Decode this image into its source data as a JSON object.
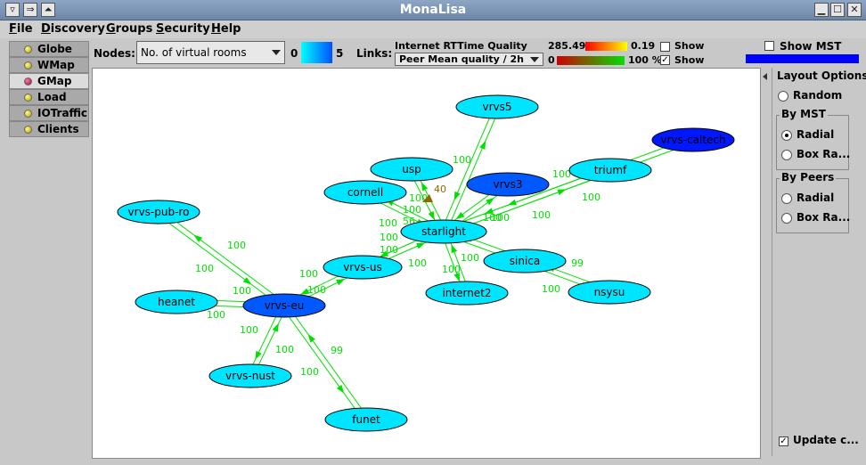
{
  "window": {
    "title": "MonaLisa"
  },
  "menu": [
    "File",
    "Discovery",
    "Groups",
    "Security",
    "Help"
  ],
  "tabs": [
    {
      "label": "Globe",
      "active": false,
      "dot": "yellow"
    },
    {
      "label": "WMap",
      "active": false,
      "dot": "yellow"
    },
    {
      "label": "GMap",
      "active": true,
      "dot": "red"
    },
    {
      "label": "Load",
      "active": false,
      "dot": "yellow"
    },
    {
      "label": "IOTraffic",
      "active": false,
      "dot": "yellow"
    },
    {
      "label": "Clients",
      "active": false,
      "dot": "yellow"
    }
  ],
  "toolbar": {
    "nodes_label": "Nodes:",
    "nodes_value": "No. of virtual rooms",
    "nodes_min": "0",
    "nodes_max": "5",
    "links_label": "Links:",
    "links_title": "Internet RTTime Quality",
    "links_value": "Peer Mean quality / 2h",
    "rtt_max": "285.49",
    "rtt_min": "0.19",
    "quality_min": "0",
    "quality_max": "100 %",
    "show1_label": "Show",
    "show1_checked": false,
    "show2_label": "Show",
    "show2_checked": true,
    "show_mst_label": "Show MST",
    "show_mst_checked": false
  },
  "layout": {
    "title": "Layout Options",
    "random_label": "Random",
    "by_mst_title": "By MST",
    "mst_radial_label": "Radial",
    "mst_box_label": "Box Ra...",
    "by_peers_title": "By Peers",
    "peers_radial_label": "Radial",
    "peers_box_label": "Box Ra...",
    "update_label": "Update c..."
  },
  "colors": {
    "node_light": "#00e5ff",
    "node_dark": "#0059ff",
    "node_deep": "#0018ff",
    "link": "#00e000",
    "link_brown": "#8b6a00",
    "mst_bar": "#0000ff"
  },
  "graph": {
    "nodes": [
      {
        "id": "vrvs5",
        "label": "vrvs5",
        "shade": "light"
      },
      {
        "id": "vrvs-caltech",
        "label": "vrvs-caltech",
        "shade": "deep"
      },
      {
        "id": "usp",
        "label": "usp",
        "shade": "light"
      },
      {
        "id": "triumf",
        "label": "triumf",
        "shade": "light"
      },
      {
        "id": "cornell",
        "label": "cornell",
        "shade": "light"
      },
      {
        "id": "vrvs3",
        "label": "vrvs3",
        "shade": "dark"
      },
      {
        "id": "vrvs-pub-ro",
        "label": "vrvs-pub-ro",
        "shade": "light"
      },
      {
        "id": "starlight",
        "label": "starlight",
        "shade": "light"
      },
      {
        "id": "vrvs-us",
        "label": "vrvs-us",
        "shade": "light"
      },
      {
        "id": "sinica",
        "label": "sinica",
        "shade": "light"
      },
      {
        "id": "internet2",
        "label": "internet2",
        "shade": "light"
      },
      {
        "id": "nsysu",
        "label": "nsysu",
        "shade": "light"
      },
      {
        "id": "heanet",
        "label": "heanet",
        "shade": "light"
      },
      {
        "id": "vrvs-eu",
        "label": "vrvs-eu",
        "shade": "dark"
      },
      {
        "id": "vrvs-nust",
        "label": "vrvs-nust",
        "shade": "light"
      },
      {
        "id": "funet",
        "label": "funet",
        "shade": "light"
      }
    ],
    "links": [
      {
        "from": "vrvs5",
        "to": "starlight",
        "labels": [
          "100"
        ]
      },
      {
        "from": "triumf",
        "to": "starlight",
        "labels": [
          "100",
          "100",
          "100"
        ]
      },
      {
        "from": "vrvs-caltech",
        "to": "starlight",
        "labels": []
      },
      {
        "from": "vrvs3",
        "to": "starlight",
        "labels": [
          "100"
        ]
      },
      {
        "from": "usp",
        "to": "starlight",
        "labels": [
          "100"
        ]
      },
      {
        "from": "cornell",
        "to": "starlight",
        "labels": [
          "100"
        ]
      },
      {
        "from": "starlight",
        "to": "vrvs-us",
        "labels": [
          "100",
          "100",
          "100"
        ]
      },
      {
        "from": "starlight",
        "to": "internet2",
        "labels": [
          "100",
          "100"
        ]
      },
      {
        "from": "starlight",
        "to": "sinica",
        "labels": [
          "100"
        ]
      },
      {
        "from": "sinica",
        "to": "nsysu",
        "labels": [
          "99",
          "100"
        ]
      },
      {
        "from": "vrvs-us",
        "to": "vrvs-eu",
        "labels": [
          "100",
          "100"
        ]
      },
      {
        "from": "vrvs-pub-ro",
        "to": "vrvs-eu",
        "labels": [
          "100",
          "100"
        ]
      },
      {
        "from": "heanet",
        "to": "vrvs-eu",
        "labels": [
          "100",
          "100"
        ]
      },
      {
        "from": "vrvs-eu",
        "to": "vrvs-nust",
        "labels": [
          "100",
          "100"
        ]
      },
      {
        "from": "vrvs-eu",
        "to": "funet",
        "labels": [
          "99",
          "100"
        ]
      }
    ],
    "extra_labels": [
      {
        "text": "40",
        "color": "brown"
      },
      {
        "text": "100",
        "color": "green"
      },
      {
        "text": "56",
        "color": "green"
      }
    ]
  }
}
